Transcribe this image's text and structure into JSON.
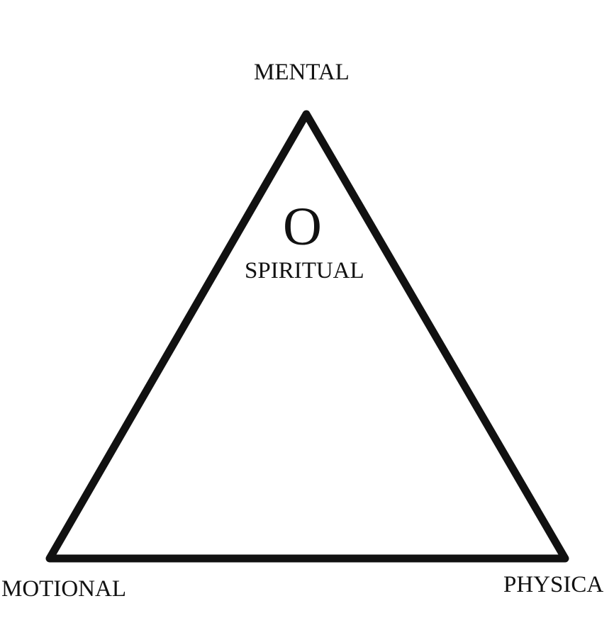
{
  "diagram": {
    "labels": {
      "top": "MENTAL",
      "center_symbol": "O",
      "center": "SPIRITUAL",
      "bottom_left": "MOTIONAL",
      "bottom_right": "PHYSICA"
    },
    "colors": {
      "stroke": "#111111",
      "background": "#ffffff"
    }
  }
}
